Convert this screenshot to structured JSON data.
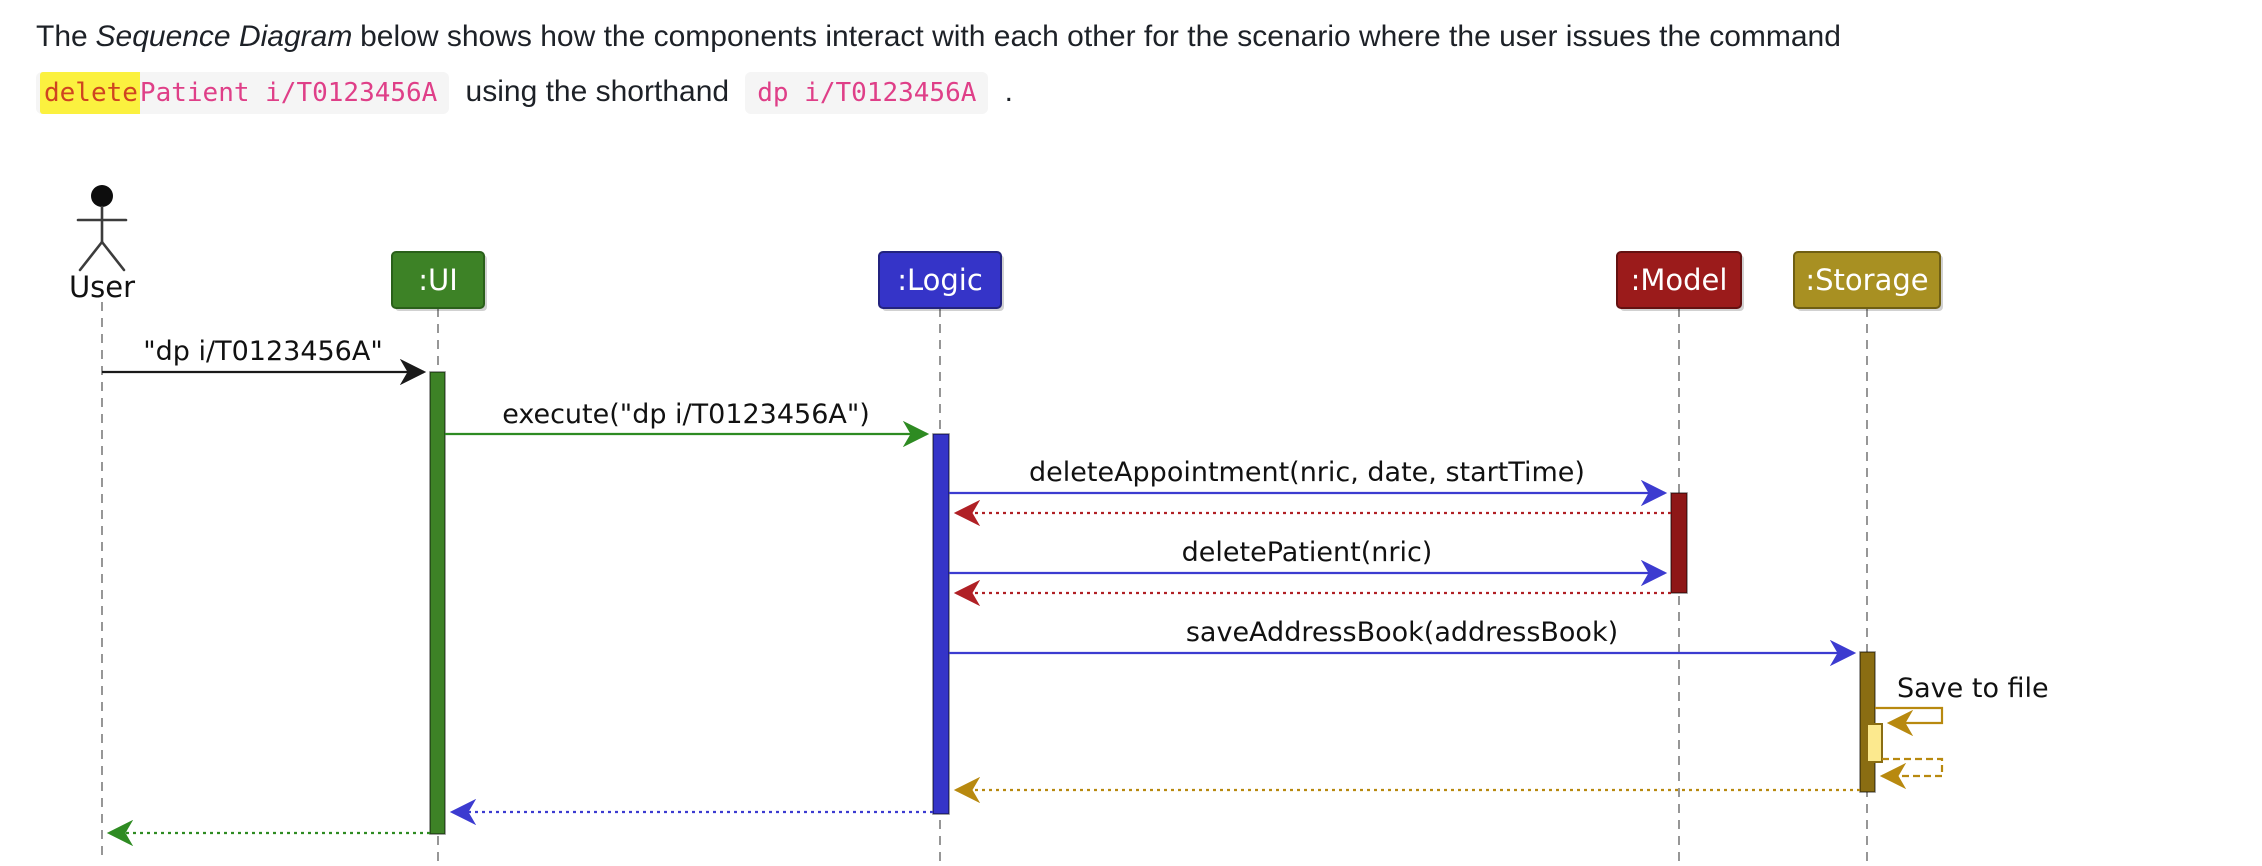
{
  "intro": {
    "before_italic": "The",
    "italic": "Sequence Diagram",
    "after_italic": "below shows how the components interact with each other for the scenario where the user issues the command",
    "code1_highlight": "delete",
    "code1_rest": "Patient i/T0123456A",
    "between_codes": "using the shorthand",
    "code2": "dp i/T0123456A",
    "end": "."
  },
  "palette": {
    "ui_green": "#3D8226",
    "ui_green_border": "#2A601A",
    "logic_blue": "#3534C8",
    "logic_blue_border": "#23237F",
    "model_red": "#9B1B1B",
    "model_red_border": "#641111",
    "model_activation": "#8E1717",
    "storage_gold": "#A89022",
    "storage_gold_border": "#6F5F13",
    "storage_activation": "#8A6D12",
    "nested_activation": "#FCE98E",
    "arrow_black": "#1A1A1A",
    "arrow_green": "#2E8B22",
    "arrow_blue": "#3C3BD0",
    "return_red": "#B02025",
    "return_gold": "#B8890F",
    "lifeline_gray": "#7D7D7D",
    "code_pink": "#DF3F88",
    "highlight_text_red": "#CF4420",
    "highlight_yellow": "#FBF13F",
    "code_background": "#F5F5F5"
  },
  "diagram": {
    "actor": {
      "name": "User"
    },
    "participants": [
      {
        "name": ":UI",
        "color": "#3D8226"
      },
      {
        "name": ":Logic",
        "color": "#3534C8"
      },
      {
        "name": ":Model",
        "color": "#9B1B1B"
      },
      {
        "name": ":Storage",
        "color": "#A89022"
      }
    ],
    "messages": [
      {
        "label": "\"dp i/T0123456A\"",
        "from": "User",
        "to": "UI",
        "style": "solid"
      },
      {
        "label": "execute(\"dp i/T0123456A\")",
        "from": "UI",
        "to": "Logic",
        "style": "solid"
      },
      {
        "label": "deleteAppointment(nric, date, startTime)",
        "from": "Logic",
        "to": "Model",
        "style": "solid"
      },
      {
        "label": "",
        "from": "Model",
        "to": "Logic",
        "style": "return"
      },
      {
        "label": "deletePatient(nric)",
        "from": "Logic",
        "to": "Model",
        "style": "solid"
      },
      {
        "label": "",
        "from": "Model",
        "to": "Logic",
        "style": "return"
      },
      {
        "label": "saveAddressBook(addressBook)",
        "from": "Logic",
        "to": "Storage",
        "style": "solid"
      },
      {
        "label": "Save to file",
        "from": "Storage",
        "to": "Storage",
        "style": "self-call"
      },
      {
        "label": "",
        "from": "Storage",
        "to": "Storage",
        "style": "self-return"
      },
      {
        "label": "",
        "from": "Storage",
        "to": "Logic",
        "style": "return"
      },
      {
        "label": "",
        "from": "Logic",
        "to": "UI",
        "style": "return"
      },
      {
        "label": "",
        "from": "UI",
        "to": "User",
        "style": "return"
      }
    ]
  }
}
